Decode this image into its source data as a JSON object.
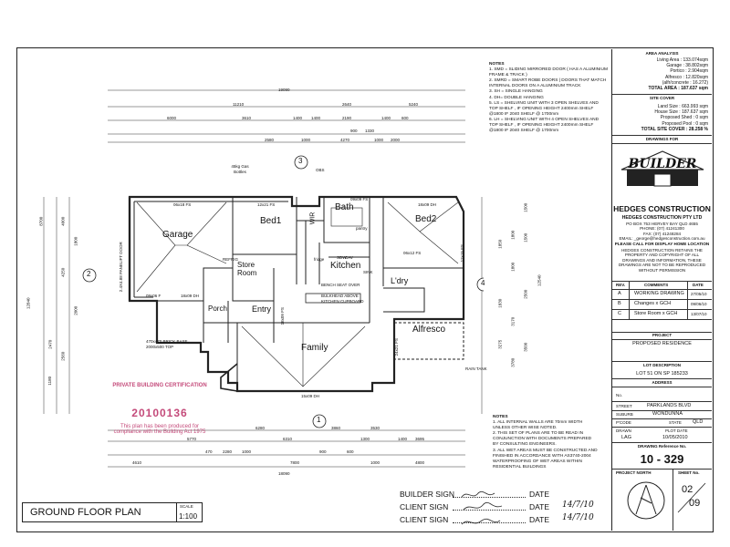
{
  "plan": {
    "rooms": {
      "garage": "Garage",
      "bed1": "Bed1",
      "wir": "WIR",
      "bath": "Bath",
      "bed2": "Bed2",
      "store_room": "Store Room",
      "kitchen": "Kitchen",
      "ldry": "L'dry",
      "porch": "Porch",
      "entry": "Entry",
      "family": "Family",
      "alfresco": "Alfresco",
      "pantry": "pantry"
    },
    "section_markers": [
      "3",
      "2",
      "4",
      "1"
    ],
    "dims_top": [
      "19090",
      "11210",
      "2640",
      "5240",
      "6000",
      "3610",
      "1400",
      "1400",
      "2190",
      "900",
      "1330",
      "1400",
      "600",
      "2580",
      "1000",
      "4270",
      "1000",
      "2000"
    ],
    "dims_bottom": [
      "6280",
      "3860",
      "3530",
      "1400",
      "3695",
      "5770",
      "6310",
      "1300",
      "2280",
      "4610",
      "7800",
      "1000",
      "4800",
      "18090",
      "470",
      "1000",
      "900",
      "600"
    ],
    "dims_left": [
      "8700",
      "4000",
      "4250",
      "1800",
      "2000",
      "12840",
      "2470",
      "2560",
      "1180"
    ],
    "dims_right": [
      "1500",
      "1500",
      "1800",
      "12540",
      "1800",
      "1850",
      "1830",
      "2500",
      "3170",
      "3275",
      "3500",
      "3780"
    ],
    "labels": {
      "goal_bottles": "45kg Gas Bottles",
      "roller_door": "2.4X4.88 PANELIFT DOOR",
      "refrig": "REFRIG",
      "fridge": "fridge",
      "cav": "CAV",
      "obs": "OBS",
      "sdw": "SDW",
      "sink": "SINK",
      "bench": "BENCH SEAT OVER",
      "bulkhead": "BULKHEAD ABOVE KITCHEN CUPBOARD",
      "brick_base": "470x470 BRICK BASE, 2000x500 TOP",
      "window_a": "06x18 FS",
      "window_b": "12x21 FS",
      "window_c": "09x09 FS",
      "window_d": "18x09 DH",
      "window_e": "09x06 F",
      "window_f": "18x09 DH",
      "window_g": "15x09 DH",
      "window_h": "24x21 FS",
      "window_i": "12x15 FS",
      "window_j": "18x09 FS",
      "window_k": "06x12 FS",
      "rain_tank": "RAIN TANK"
    }
  },
  "stamp": {
    "line1": "PRIVATE BUILDING CERTIFICATION",
    "number": "20100136",
    "line2": "This plan has been produced for",
    "line3": "compliance with the Building Act 1975"
  },
  "notes_top": {
    "heading": "NOTES",
    "items": [
      "1.  SMD = SLIDING MIRRORED DOOR ( HAS A ALUMINIUM FRAME & TRACK )",
      "2.  SMRD = SMART ROBE DOORS | DOORS THAT MATCH INTERNAL DOORS ON A ALUMINIUM TRACK",
      "3.  SH = SINGLE HANGING",
      "4.  DH= DOUBLE HANGING",
      "5.  LS = SHELVING UNIT WITH 3 OPEN SHELVES AND TOP SHELF , IF OPENING HEIGHT 2400mm SHELF @1800 IF 2040 SHELF @ 1700mm",
      "6.  LH = SHELVING UNIT WITH 4 OPEN SHELVES AND TOP SHELF , IF OPENING HEIGHT 2400mm SHELF @1800 IF 2040 SHELF @ 1700mm"
    ]
  },
  "notes_bottom": {
    "heading": "NOTES",
    "items": [
      "1. ALL INTERNAL WALLS ARE 70mm WIDTH UNLESS OTHER WISE NOTED.",
      "2. THIS SET OF PLANS ARE TO BE READ IN CONJUNCTION WITH DOCUMENTS PREPARED BY CONSULTING ENGINEERS.",
      "3. ALL WET AREAS MUST BE CONSTRUCTED AND FINISHED IN ACCORDANCE WITH AS3740-2004 WATERPROOFING OF WET AREAS WITHIN RESIDENTIAL BUILDINGS"
    ]
  },
  "area_analysis": {
    "heading": "AREA ANALYSIS",
    "rows": [
      "Living Area : 133.074sqm",
      "Garage : 38.802sqm",
      "Portico : 2.904sqm",
      "Alfresco : 12.820sqm",
      "(alfr/concrete : 16.272)",
      "TOTAL AREA : 187.637 sqm"
    ]
  },
  "site_cover": {
    "heading": "SITE COVER",
    "rows": [
      "Land Size : 663.993 sqm",
      "House Size : 187.637 sqm",
      "Proposed Shed : 0 sqm",
      "Proposed Pool : 0 sqm",
      "TOTAL SITE COVER : 28.258 %"
    ]
  },
  "drawings_for": "DRAWINGS FOR",
  "company": {
    "logo_text": "BUILDER",
    "brand": "HEDGES CONSTRUCTION",
    "name": "HEDGES CONSTRUCTION PTY LTD",
    "addr1": "PO BOX 753 HERVEY BAY QLD 4655",
    "phone": "PLEASE CALL FOR DISPLAY HOME LOCATION",
    "ph": "PHONE: (07) 41241300",
    "fax": "FAX: (07) 41248284",
    "email": "EMAIL: _george@hedgesconstruction.com.au",
    "copyright": "HEDGES CONSTRUCTION RETAINS THE PROPERTY AND COPYRIGHT OF ALL DRAWINGS AND INFORMATION, THESE DRAWINGS ARE NOT TO BE REPRODUCED WITHOUT PERMISSION"
  },
  "revisions": {
    "headers": [
      "REV.",
      "COMMENTS",
      "DATE"
    ],
    "rows": [
      [
        "A",
        "WORKING DRAWING",
        "27/05/10"
      ],
      [
        "B",
        "Changes x GCH",
        "09/06/10"
      ],
      [
        "C",
        "Store Room x GCH",
        "13/07/10"
      ]
    ]
  },
  "project": {
    "heading": "PROJECT",
    "value": "PROPOSED RESIDENCE"
  },
  "lot": {
    "heading": "LOT DESCRIPTION",
    "value": "LOT 51 ON SP 185233"
  },
  "address": {
    "heading": "ADDRESS",
    "no_label": "No.",
    "street_label": "STREET",
    "street": "PARKLANDS BLVD",
    "suburb_label": "SUBURB",
    "suburb": "WONDUNNA",
    "pcode_label": "P'CODE",
    "state_label": "STATE",
    "state": "QLD"
  },
  "drawn": {
    "label": "DRAWN",
    "value": "LAG",
    "plot_label": "PLOT DATE",
    "plot": "10/05/2010"
  },
  "drawing_ref": {
    "label": "DRAWING Reference No.",
    "value": "10 - 329"
  },
  "sheet": {
    "north_label": "PROJECT NORTH",
    "sheet_label": "SHEET No.",
    "value": "02",
    "total": "09"
  },
  "title": {
    "name": "GROUND FLOOR PLAN",
    "scale_label": "SCALE",
    "scale": "1:100"
  },
  "signoff": {
    "builder": "BUILDER SIGN",
    "client1": "CLIENT SIGN",
    "client2": "CLIENT SIGN",
    "date_label": "DATE",
    "date1": "",
    "date2": "14/7/10",
    "date3": "14/7/10"
  }
}
